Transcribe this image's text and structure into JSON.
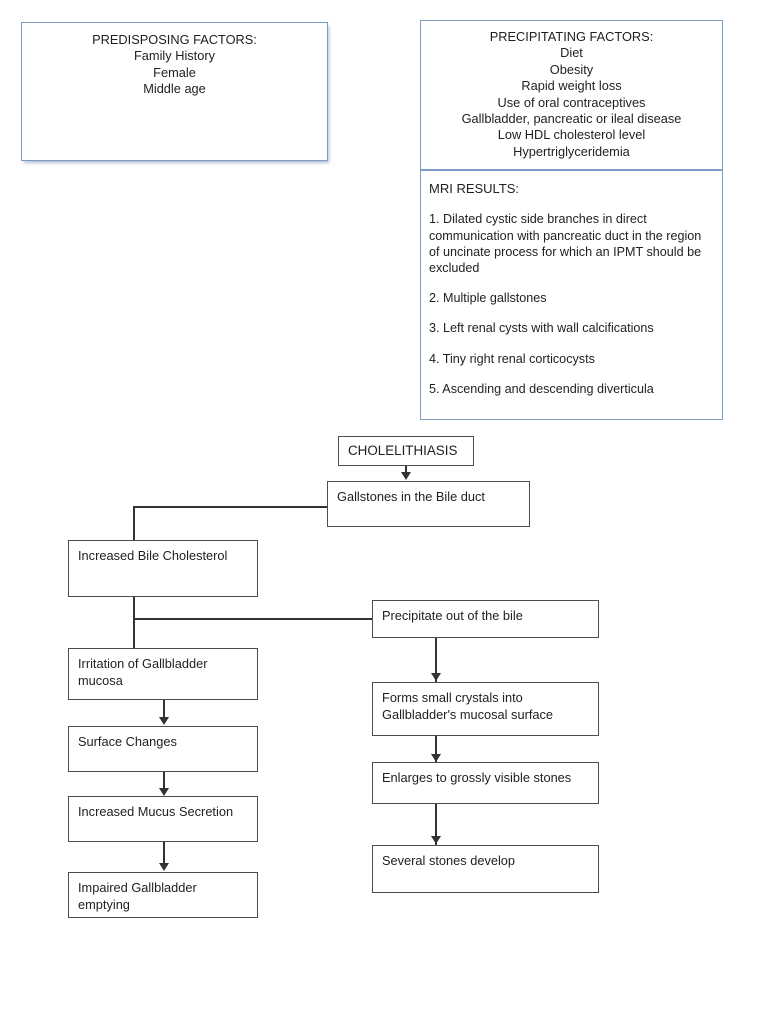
{
  "panels": {
    "predisposing": {
      "title": "PREDISPOSING FACTORS:",
      "items": [
        "Family History",
        "Female",
        "Middle age"
      ]
    },
    "precipitating": {
      "title": "PRECIPITATING FACTORS:",
      "items": [
        "Diet",
        "Obesity",
        "Rapid weight loss",
        "Use of oral contraceptives",
        "Gallbladder, pancreatic or ileal disease",
        "Low HDL cholesterol level",
        "Hypertriglyceridemia"
      ]
    },
    "mri": {
      "title": "MRI RESULTS:",
      "items": [
        "1. Dilated cystic side branches in direct communication with pancreatic duct in the region of uncinate process for which an IPMT should be excluded",
        "2. Multiple gallstones",
        "3. Left renal cysts with wall calcifications",
        "4. Tiny right renal corticocysts",
        "5. Ascending and descending diverticula"
      ]
    }
  },
  "flowchart": {
    "nodes": {
      "cholelithiasis": {
        "line1": "CHOLELITHIASIS"
      },
      "gallstones": {
        "line1": "Gallstones in the Bile duct"
      },
      "increased_cholesterol": {
        "line1": "Increased Bile Cholesterol"
      },
      "irritation": {
        "line1": "Irritation of Gallbladder",
        "line2": "mucosa"
      },
      "surface_changes": {
        "line1": "Surface Changes"
      },
      "mucus_secretion": {
        "line1": "Increased Mucus Secretion"
      },
      "impaired_emptying": {
        "line1": "Impaired Gallbladder",
        "line2": "emptying"
      },
      "precipitate": {
        "line1": "Precipitate out of the bile"
      },
      "forms_crystals": {
        "line1": "Forms small crystals into",
        "line2": "Gallbladder's mucosal surface"
      },
      "enlarges": {
        "line1": "Enlarges to grossly visible stones"
      },
      "several_stones": {
        "line1": "Several stones develop"
      }
    }
  },
  "colors": {
    "panel_border": "#7a9cc6",
    "node_border": "#4d4d4d",
    "connector": "#333333",
    "text": "#1f1f1f",
    "background": "#ffffff"
  }
}
